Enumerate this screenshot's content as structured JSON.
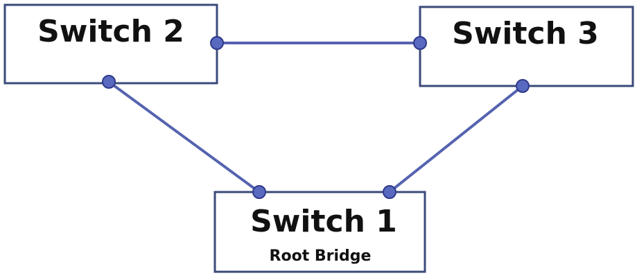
{
  "diagram": {
    "switches": [
      {
        "id": "switch-2",
        "label": "Switch 2",
        "subtitle": ""
      },
      {
        "id": "switch-3",
        "label": "Switch 3",
        "subtitle": ""
      },
      {
        "id": "switch-1",
        "label": "Switch 1",
        "subtitle": "Root Bridge"
      }
    ],
    "links": [
      {
        "from": "switch-2",
        "to": "switch-3"
      },
      {
        "from": "switch-2",
        "to": "switch-1"
      },
      {
        "from": "switch-3",
        "to": "switch-1"
      }
    ],
    "colors": {
      "link": "#5563b0",
      "port": "#5a69c0",
      "box_border": "#3a4a7a"
    }
  }
}
